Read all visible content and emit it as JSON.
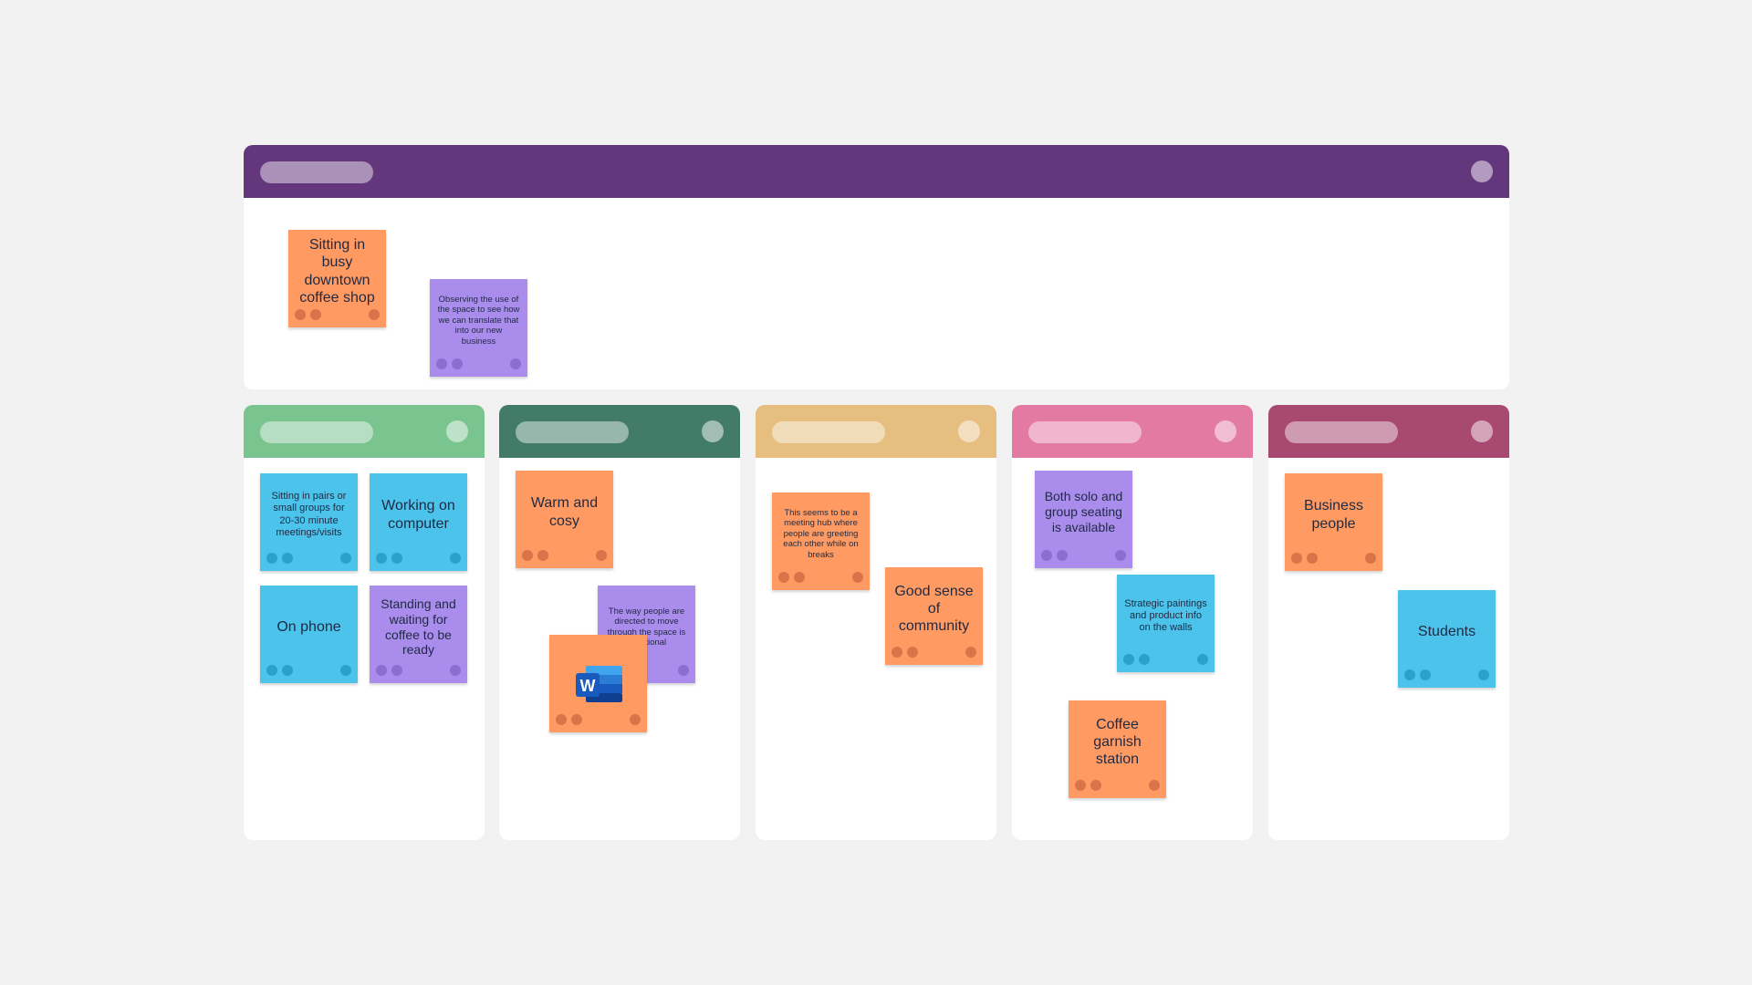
{
  "colors": {
    "canvas_bg": "#f2f2f2",
    "top_header": "#64377c",
    "col1_header": "#7ac490",
    "col2_header": "#437b69",
    "col3_header": "#e6bf80",
    "col4_header": "#e37aa2",
    "col5_header": "#a84972",
    "note_orange": "#ff9a62",
    "note_purple": "#a98ceb",
    "note_blue": "#4cc3ea"
  },
  "top_frame": {
    "notes": [
      {
        "text": "Sitting in busy downtown coffee shop",
        "color": "orange"
      },
      {
        "text": "Observing the use of the space to see how we can translate that into our new business",
        "color": "purple"
      }
    ]
  },
  "columns": [
    {
      "notes": [
        {
          "text": "Sitting in pairs or small groups for 20-30 minute meetings/visits",
          "color": "blue"
        },
        {
          "text": "Working on computer",
          "color": "blue"
        },
        {
          "text": "On phone",
          "color": "blue"
        },
        {
          "text": "Standing and waiting for coffee to be ready",
          "color": "purple"
        }
      ]
    },
    {
      "notes": [
        {
          "text": "Warm and cosy",
          "color": "orange"
        },
        {
          "text": "The way people are directed to move through the space is intentional",
          "color": "purple"
        },
        {
          "text": "",
          "color": "orange",
          "icon": "word-document-icon"
        }
      ]
    },
    {
      "notes": [
        {
          "text": "This seems to be a meeting hub where people are greeting each other while on breaks",
          "color": "orange"
        },
        {
          "text": "Good sense of community",
          "color": "orange"
        }
      ]
    },
    {
      "notes": [
        {
          "text": "Both solo and group seating is available",
          "color": "purple"
        },
        {
          "text": "Strategic paintings and product info on the walls",
          "color": "blue"
        },
        {
          "text": "Coffee garnish station",
          "color": "orange"
        }
      ]
    },
    {
      "notes": [
        {
          "text": "Business people",
          "color": "orange"
        },
        {
          "text": "Students",
          "color": "blue"
        }
      ]
    }
  ]
}
